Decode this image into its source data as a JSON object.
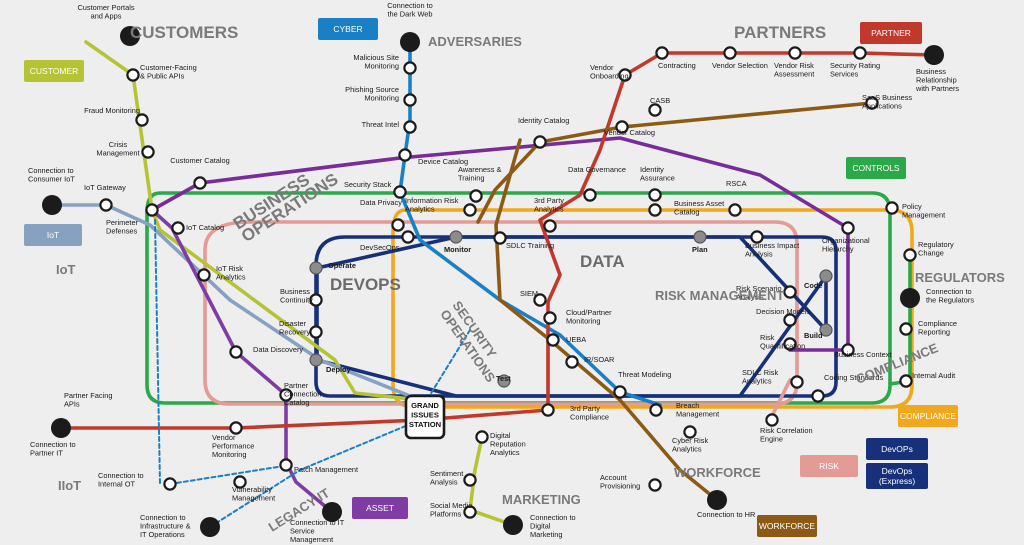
{
  "colors": {
    "customer": "#b5c335",
    "cyber": "#1a80c6",
    "partner": "#c0392b",
    "controls": "#2aa84a",
    "iot": "#87a2c0",
    "compliance": "#f2a81d",
    "risk": "#e49a95",
    "devops": "#16307a",
    "asset": "#7e3ca4",
    "workforce": "#8c5a14",
    "business": "#7a2b9a",
    "supplier": "#d64b2c",
    "vendor": "#8a6a1a"
  },
  "badges": {
    "customer": "CUSTOMER",
    "cyber": "CYBER",
    "partner": "PARTNER",
    "controls": "CONTROLS",
    "iot": "IoT",
    "compliance": "COMPLIANCE",
    "risk": "RISK",
    "devops": "DevOPs",
    "devops_express": "DevOps (Express)",
    "asset": "ASSET",
    "workforce": "WORKFORCE"
  },
  "zones": {
    "customers": "CUSTOMERS",
    "adversaries": "ADVERSARIES",
    "partners": "PARTNERS",
    "business_operations": "BUSINESS OPERATIONS",
    "iot": "IoT",
    "devops": "DEVOPS",
    "data": "DATA",
    "risk_management": "RISK MANAGEMENT",
    "security_operations": "SECURITY OPERATIONS",
    "regulators": "REGULATORS",
    "compliance": "COMPLIANCE",
    "iiot": "IIoT",
    "legacy_it": "LEGACY IT",
    "marketing": "MARKETING",
    "workforce": "WORKFORCE"
  },
  "hub": {
    "line1": "GRAND",
    "line2": "ISSUES",
    "line3": "STATION"
  },
  "stations": {
    "customer_portals": "Customer Portals and Apps",
    "customer_facing_apis": "Customer-Facing & Public APIs",
    "fraud_monitoring": "Fraud Monitoring",
    "crisis_management": "Crisis Management",
    "connection_consumer_iot": "Connection to Consumer IoT",
    "iot_gateway": "IoT Gateway",
    "perimeter_defenses": "Perimeter Defenses",
    "customer_catalog": "Customer Catalog",
    "iot_catalog": "IoT Catalog",
    "iot_risk_analytics": "IoT Risk Analytics",
    "business_continuity": "Business Continuity",
    "disaster_recovery": "Disaster Recovery",
    "data_discovery": "Data Discovery",
    "connection_dark_web": "Connection to the Dark Web",
    "malicious_site": "Malicious Site Monitoring",
    "phishing_source": "Phishing Source Monitoring",
    "threat_intel": "Threat Intel",
    "device_catalog": "Device Catalog",
    "security_stack": "Security Stack",
    "data_privacy": "Data Privacy",
    "devsecops": "DevSecOps",
    "operate": "Operate",
    "deploy": "Deploy",
    "monitor": "Monitor",
    "information_risk": "Information Risk Analytics",
    "awareness_training": "Awareness & Training",
    "identity_catalog": "Identity Catalog",
    "sdlc_training": "SDLC Training",
    "siem": "SIEM",
    "ueba": "UEBA",
    "cloud_partner": "Cloud/Partner Monitoring",
    "ir_soar": "IR/SOAR",
    "test": "Test",
    "threat_modeling": "Threat Modeling",
    "third_party_compliance": "3rd Party Compliance",
    "third_party_analytics": "3rd Party Analytics",
    "data_governance": "Data Governance",
    "identity_assurance": "Identity Assurance",
    "business_asset_catalog": "Business Asset Catalog",
    "rsca": "RSCA",
    "plan": "Plan",
    "business_impact": "Business Impact Analysis",
    "risk_scenario": "Risk Scenario Analysis",
    "decision_models": "Decision Models",
    "risk_quantification": "Risk Quantification",
    "code": "Code",
    "build": "Build",
    "organizational_hierarchy": "Organizational Hierarchy",
    "business_context": "Business Context",
    "coding_standards": "Coding Standards",
    "sdlc_risk": "SDLC Risk Analytics",
    "breach_management": "Breach Management",
    "cyber_risk": "Cyber Risk Analytics",
    "risk_correlation": "Risk Correlation Engine",
    "vendor_onboarding": "Vendor Onboarding",
    "contracting": "Contracting",
    "vendor_selection": "Vendor Selection",
    "vendor_risk": "Vendor Risk Assessment",
    "security_rating": "Security Rating Services",
    "business_relationship": "Business Relationship with Partners",
    "casb": "CASB",
    "vendor_catalog": "Vendor Catalog",
    "saas": "SaaS Business Applications",
    "policy_management": "Policy Management",
    "regulatory_change": "Regulatory Change",
    "connection_regulators": "Connection to the Regulators",
    "compliance_reporting": "Compliance Reporting",
    "internal_audit": "Internal Audit",
    "partner_facing_apis": "Partner Facing APIs",
    "connection_partner_it": "Connection to Partner IT",
    "partner_connection": "Partner Connection Catalog",
    "vendor_performance": "Vendor Performance Monitoring",
    "patch_management": "Patch Management",
    "connection_internal_ot": "Connection to Internal OT",
    "vulnerability_management": "Vulnerability Management",
    "connection_infrastructure": "Connection to Infrastructure & IT Operations",
    "connection_it_service": "Connection to IT Service Management",
    "digital_reputation": "Digital Reputation Analytics",
    "sentiment_analysis": "Sentiment Analysis",
    "social_media": "Social Media Platforms",
    "connection_digital_marketing": "Connection to Digital Marketing",
    "account_provisioning": "Account Provisioning",
    "connection_hr": "Connection to HR"
  }
}
